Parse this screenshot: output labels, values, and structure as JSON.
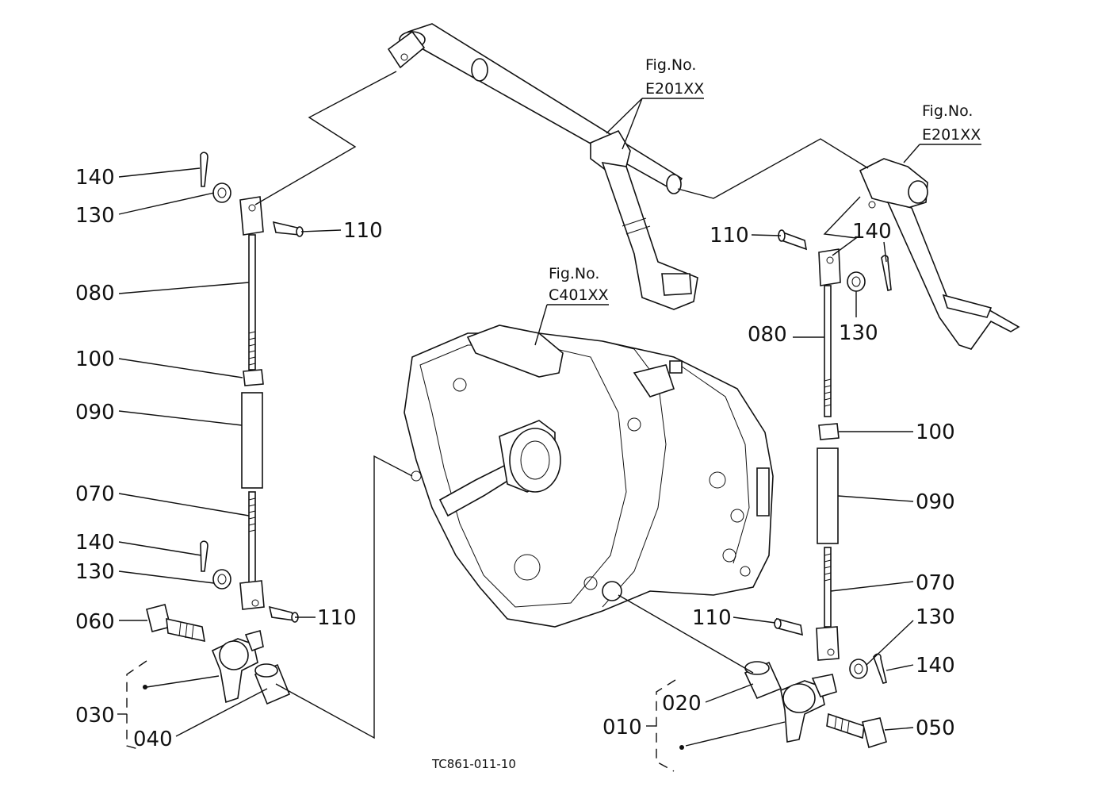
{
  "labels": {
    "p140": "140",
    "p130": "130",
    "p110": "110",
    "p080": "080",
    "p100": "100",
    "p090": "090",
    "p070": "070",
    "p060": "060",
    "p050": "050",
    "p040": "040",
    "p030": "030",
    "p020": "020",
    "p010": "010"
  },
  "figures": {
    "fig_label": "Fig.No.",
    "e201": "E201XX",
    "c401": "C401XX"
  },
  "drawing_code": "TC861-011-10",
  "colors": {
    "line": "#111111",
    "background": "#ffffff"
  }
}
